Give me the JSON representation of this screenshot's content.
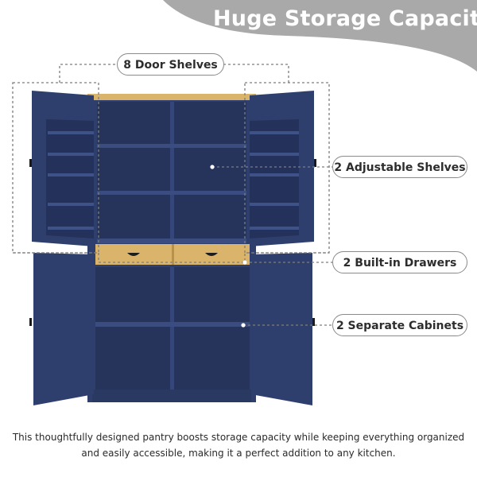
{
  "header": {
    "title": "Huge Storage Capacity"
  },
  "callouts": {
    "door_shelves": "8 Door Shelves",
    "adjustable_shelves": "2 Adjustable Shelves",
    "drawers": "2 Built-in Drawers",
    "cabinets": "2 Separate Cabinets"
  },
  "caption": {
    "text": "This thoughtfully designed pantry boosts storage capacity while keeping everything organized and easily accessible, making it a perfect addition to any kitchen."
  },
  "colors": {
    "cabinet_navy": "#2f3f6d",
    "cabinet_dark": "#1f2b4d",
    "wood_top": "#d9b46a",
    "banner_gray": "#a9a9a9"
  },
  "icons": {
    "pull_handle": "cup-pull-handle-icon",
    "hinge": "hinge-icon"
  }
}
